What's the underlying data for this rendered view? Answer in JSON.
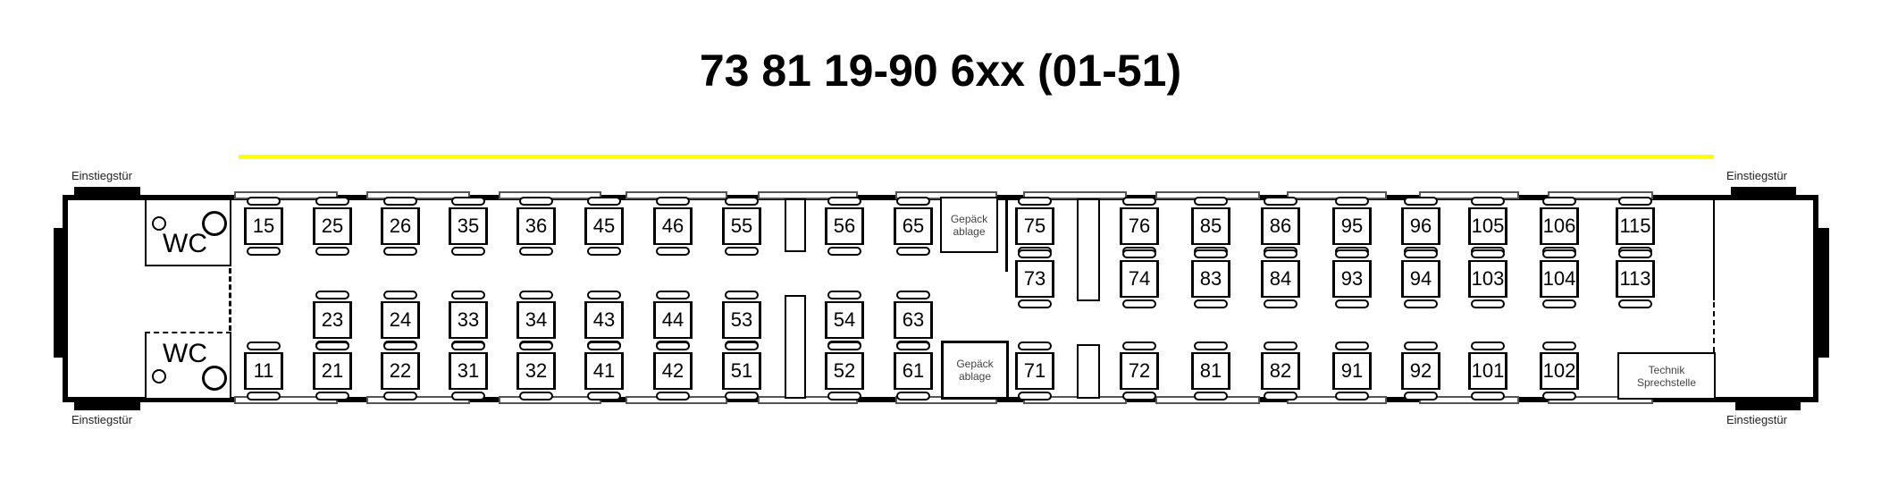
{
  "title": "73 81 19-90 6xx (01-51)",
  "door_label": "Einstiegstür",
  "wc_label": "WC",
  "luggage_label": [
    "Gepäck",
    "ablage"
  ],
  "technik_label": [
    "Technik",
    "Sprechstelle"
  ],
  "colors": {
    "first_class_marker": "#ffff00"
  },
  "seats": {
    "left_top": [
      "15",
      "25",
      "26",
      "35",
      "36",
      "45",
      "46",
      "55",
      "56",
      "65"
    ],
    "left_mid": [
      null,
      "23",
      "24",
      "33",
      "34",
      "43",
      "44",
      "53",
      "54",
      "63"
    ],
    "left_bottom": [
      "11",
      "21",
      "22",
      "31",
      "32",
      "41",
      "42",
      "51",
      "52",
      "61"
    ],
    "right_top": [
      "75",
      "76",
      "85",
      "86",
      "95",
      "96",
      "105",
      "106",
      "115"
    ],
    "right_second": [
      "73",
      "74",
      "83",
      "84",
      "93",
      "94",
      "103",
      "104",
      "113"
    ],
    "right_bottom": [
      "71",
      "72",
      "81",
      "82",
      "91",
      "92",
      "101",
      "102",
      null
    ]
  }
}
